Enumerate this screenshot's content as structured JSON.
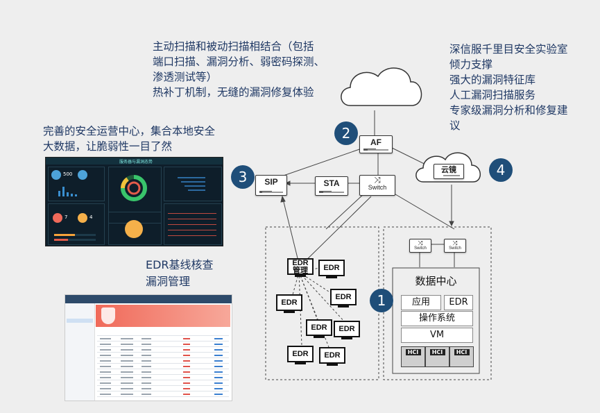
{
  "callouts": {
    "top_text": [
      "主动扫描和被动扫描相结合（包括",
      "端口扫描、漏洞分析、弱密码探测、",
      "渗透测试等）",
      "热补丁机制，无缝的漏洞修复体验"
    ],
    "left_text": [
      "完善的安全运营中心，集合本地安全",
      "大数据，让脆弱性一目了然"
    ],
    "right_text": [
      "深信服千里目安全实验室",
      "倾力支撑",
      "强大的漏洞特征库",
      "人工漏洞扫描服务",
      "专家级漏洞分析和修复建",
      "议"
    ],
    "edr_text": [
      "EDR基线核查",
      "漏洞管理"
    ]
  },
  "numbers": {
    "n1": "1",
    "n2": "2",
    "n3": "3",
    "n4": "4"
  },
  "devices": {
    "af": "AF",
    "sip": "SIP",
    "sta": "STA",
    "switch": "Switch",
    "cloud": "云镜",
    "switch_small": "Switch"
  },
  "edr": {
    "label": "EDR",
    "mgmt_top": "EDR",
    "mgmt_bottom": "管理"
  },
  "datacenter": {
    "title": "数据中心",
    "app": "应用",
    "edr": "EDR",
    "os": "操作系统",
    "vm": "VM",
    "hci": "HCI"
  },
  "dashboard": {
    "title": "服务器与漏洞态势",
    "n500": "500",
    "n7": "7",
    "n4": "4"
  },
  "colors": {
    "accent": "#1f4e79",
    "text": "#1f3864",
    "banner": "#f06a5a",
    "dash_bg": "#0e1e2a"
  }
}
